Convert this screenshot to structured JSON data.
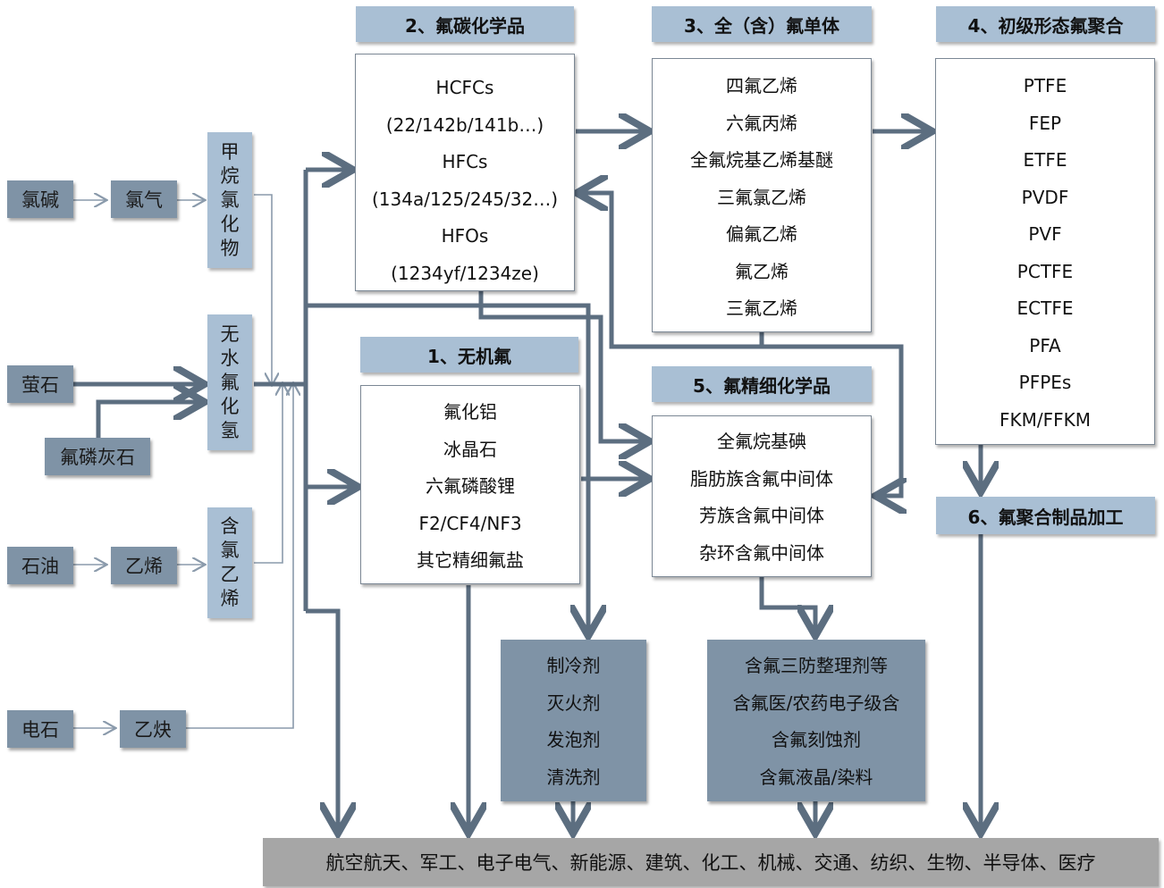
{
  "raw": {
    "chlor_alkali": "氯碱",
    "fluorite": "萤石",
    "fluorapatite": "氟磷灰石",
    "petroleum": "石油",
    "calcium_carbide": "电石"
  },
  "intermediates": {
    "chlorine": "氯气",
    "ethylene": "乙烯",
    "acetylene": "乙炔",
    "methane_chloride": [
      "甲",
      "烷",
      "氯",
      "化",
      "物"
    ],
    "hf": [
      "无",
      "水",
      "氟",
      "化",
      "氢"
    ],
    "chloroethylene": [
      "含",
      "氯",
      "乙",
      "烯"
    ]
  },
  "sections": {
    "inorganic": {
      "header": "1、无机氟",
      "items": [
        "氟化铝",
        "冰晶石",
        "六氟磷酸锂",
        "F2/CF4/NF3",
        "其它精细氟盐"
      ]
    },
    "fluorocarbon": {
      "header": "2、氟碳化学品",
      "items": [
        "HCFCs",
        "(22/142b/141b…)",
        "HFCs",
        "(134a/125/245/32…)",
        "HFOs",
        "(1234yf/1234ze)"
      ]
    },
    "monomer": {
      "header": "3、全（含）氟单体",
      "items": [
        "四氟乙烯",
        "六氟丙烯",
        "全氟烷基乙烯基醚",
        "三氟氯乙烯",
        "偏氟乙烯",
        "氟乙烯",
        "三氟乙烯"
      ]
    },
    "polymer": {
      "header": "4、初级形态氟聚合",
      "items": [
        "PTFE",
        "FEP",
        "ETFE",
        "PVDF",
        "PVF",
        "PCTFE",
        "ECTFE",
        "PFA",
        "PFPEs",
        "FKM/FFKM"
      ]
    },
    "fine": {
      "header": "5、氟精细化学品",
      "items": [
        "全氟烷基碘",
        "脂肪族含氟中间体",
        "芳族含氟中间体",
        "杂环含氟中间体"
      ]
    },
    "processing": {
      "header": "6、氟聚合制品加工"
    }
  },
  "products": {
    "refrigerants": [
      "制冷剂",
      "灭火剂",
      "发泡剂",
      "清洗剂"
    ],
    "fine_products": [
      "含氟三防整理剂等",
      "含氟医/农药电子级含",
      "含氟刻蚀剂",
      "含氟液晶/染料"
    ]
  },
  "applications": "航空航天、军工、电子电气、新能源、建筑、化工、机械、交通、纺织、生物、半导体、医疗",
  "colors": {
    "raw_fill": "#7f93a6",
    "mid_fill": "#a9bfd4",
    "bottom_fill": "#a6a6a6",
    "thick_line": "#5c6e80",
    "thin_line": "#8a9aab"
  }
}
